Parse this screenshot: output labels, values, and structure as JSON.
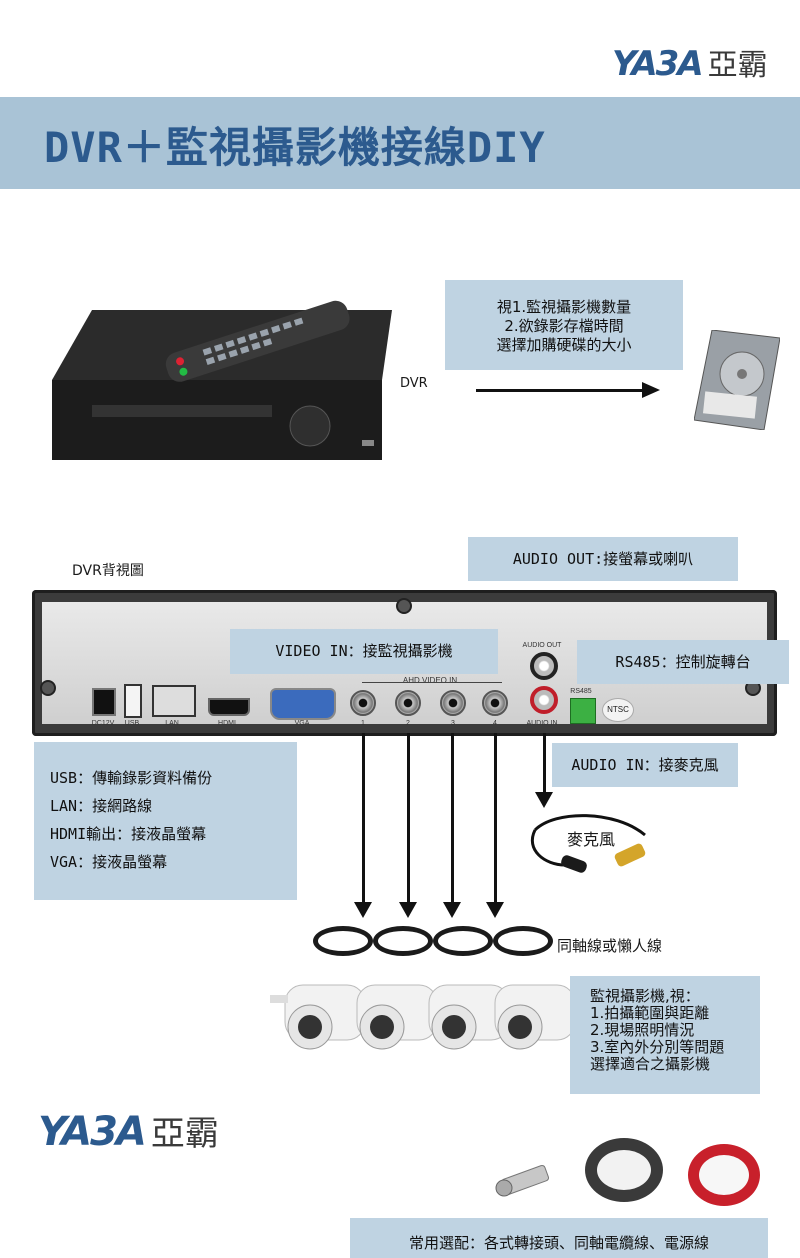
{
  "brand": {
    "logo_mark": "YA3A",
    "logo_cn": "亞霸"
  },
  "banner": {
    "title": "DVR＋監視攝影機接線DIY"
  },
  "top": {
    "dvr_label": "DVR",
    "hdd_note": [
      "視1.監視攝影機數量",
      "2.欲錄影存檔時間",
      "選擇加購硬碟的大小"
    ]
  },
  "rear": {
    "title": "DVR背視圖",
    "audio_out_callout": "AUDIO OUT:接螢幕或喇叭",
    "video_in_callout": "VIDEO IN：接監視攝影機",
    "rs485_callout": "RS485：控制旋轉台",
    "audio_in_callout": "AUDIO IN：接麥克風",
    "ports": {
      "dc12v": "DC12V",
      "usb": "USB",
      "lan": "LAN",
      "hdmi": "HDMI",
      "vga": "VGA",
      "ahd_video_in": "AHD VIDEO IN",
      "ch1": "1",
      "ch2": "2",
      "ch3": "3",
      "ch4": "4",
      "audio_out": "AUDIO OUT",
      "audio_in": "AUDIO IN",
      "rs485": "RS485",
      "ntsc": "NTSC"
    }
  },
  "info_box": {
    "lines": [
      "USB：傳輸錄影資料備份",
      "LAN：接網路線",
      "HDMI輸出：接液晶螢幕",
      "VGA：接液晶螢幕"
    ]
  },
  "mic_label": "麥克風",
  "coax_label": "同軸線或懶人線",
  "camera_note": [
    "監視攝影機,視：",
    "1.拍攝範圍與距離",
    "2.現場照明情況",
    "3.室內外分別等問題",
    "選擇適合之攝影機"
  ],
  "accessories_caption": "常用選配：各式轉接頭、同軸電纜線、電源線"
}
